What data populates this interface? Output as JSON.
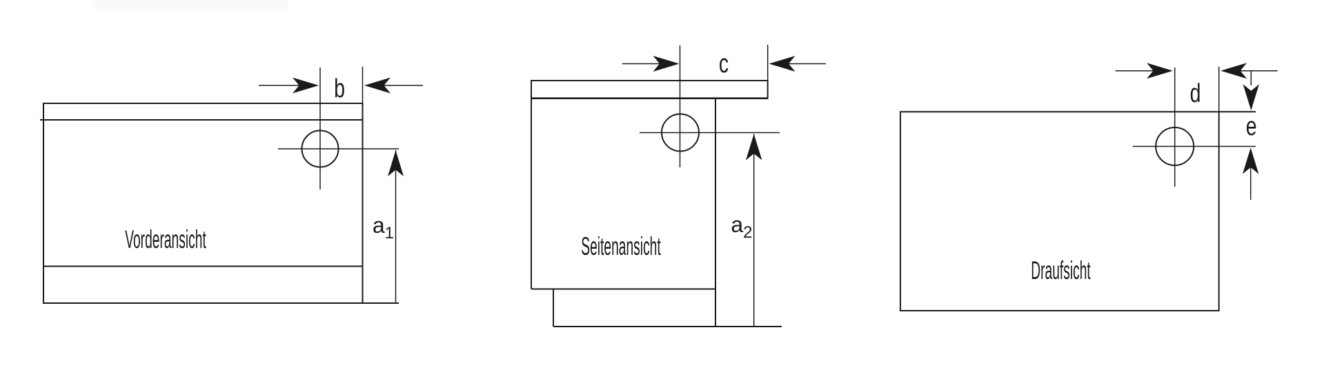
{
  "page": {
    "background": "#ffffff",
    "ink": "#1a1a1a",
    "description": "Technical drawing with three orthographic views and hole position dimensions"
  },
  "views": {
    "front": {
      "label": "Vorderansicht"
    },
    "side": {
      "label": "Seitenansicht"
    },
    "top": {
      "label": "Draufsicht"
    }
  },
  "dims": {
    "b": "b",
    "c": "c",
    "d": "d",
    "e": "e",
    "a1": {
      "base": "a",
      "sub": "1"
    },
    "a2": {
      "base": "a",
      "sub": "2"
    }
  }
}
